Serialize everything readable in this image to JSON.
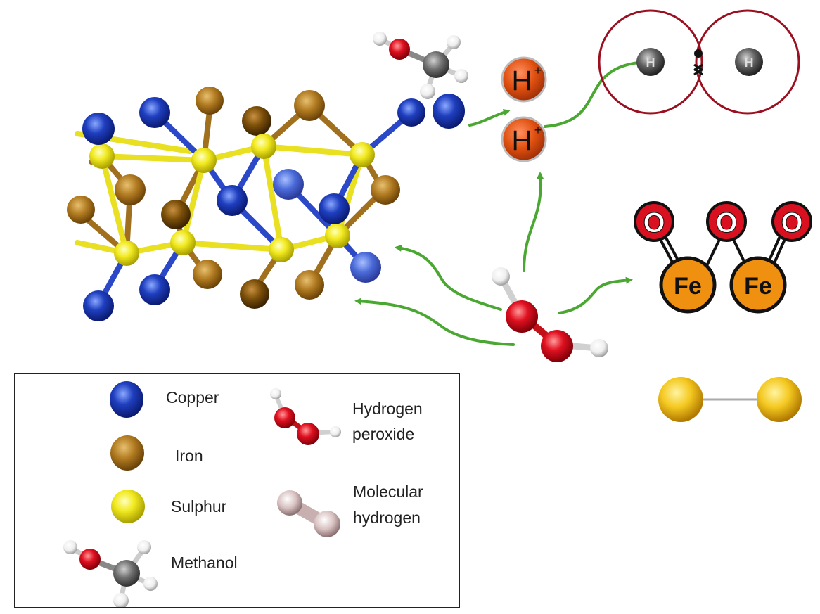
{
  "colors": {
    "copper": "#1f3fc0",
    "iron": "#a0701e",
    "sulphur": "#e8e020",
    "oxygen": "#d81020",
    "hydrogen": "#f0f0f0",
    "carbon": "#707070",
    "proton": "#e05010",
    "arrow": "#4aa832",
    "orbital": "#9a1020",
    "fe_oxide": "#f09010",
    "molecular_hydrogen": "#d8c0c0"
  },
  "diagram": {
    "proton_symbol": "H",
    "proton_charge": "+",
    "h2_atom_symbol": "H",
    "oxide_o": "O",
    "oxide_fe": "Fe"
  },
  "legend": {
    "items": [
      {
        "label": "Copper",
        "icon": "copper-atom-icon"
      },
      {
        "label": "Iron",
        "icon": "iron-atom-icon"
      },
      {
        "label": "Sulphur",
        "icon": "sulphur-atom-icon"
      },
      {
        "label": "Methanol",
        "icon": "methanol-molecule-icon"
      },
      {
        "label": "Hydrogen\nperoxide",
        "icon": "hydrogen-peroxide-icon"
      },
      {
        "label": "Molecular\nhydrogen",
        "icon": "molecular-hydrogen-icon"
      }
    ],
    "copper": "Copper",
    "iron": "Iron",
    "sulphur": "Sulphur",
    "methanol": "Methanol",
    "h2o2_line1": "Hydrogen",
    "h2o2_line2": "peroxide",
    "h2_line1": "Molecular",
    "h2_line2": "hydrogen"
  }
}
